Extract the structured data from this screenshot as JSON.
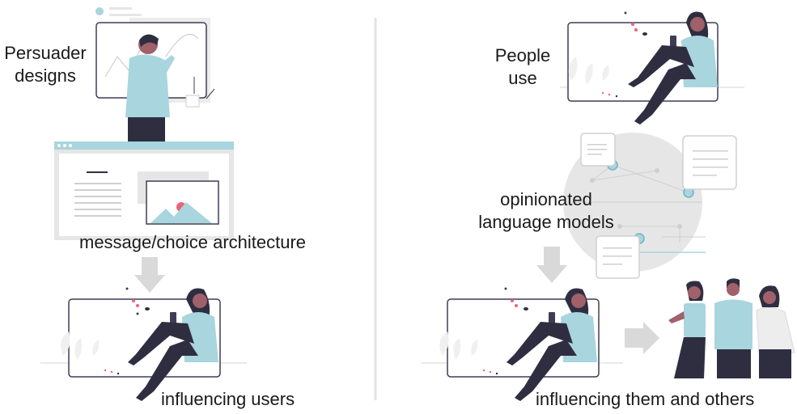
{
  "left": {
    "persuader_label": "Persuader\ndesigns",
    "message_label": "message/choice architecture",
    "influence_label": "influencing users"
  },
  "right": {
    "people_label": "People\nuse",
    "models_label": "opinionated\nlanguage models",
    "influence_label": "influencing them and others"
  },
  "colors": {
    "accent_blue": "#a8d5de",
    "dark": "#2f2e41",
    "light_gray": "#e6e6e6",
    "pink": "#e8667a",
    "arrow_gray": "#d9d9d9"
  },
  "icons": [
    "presenter-figure",
    "browser-window",
    "person-sitting-with-phone",
    "network-graph",
    "group-of-people"
  ]
}
